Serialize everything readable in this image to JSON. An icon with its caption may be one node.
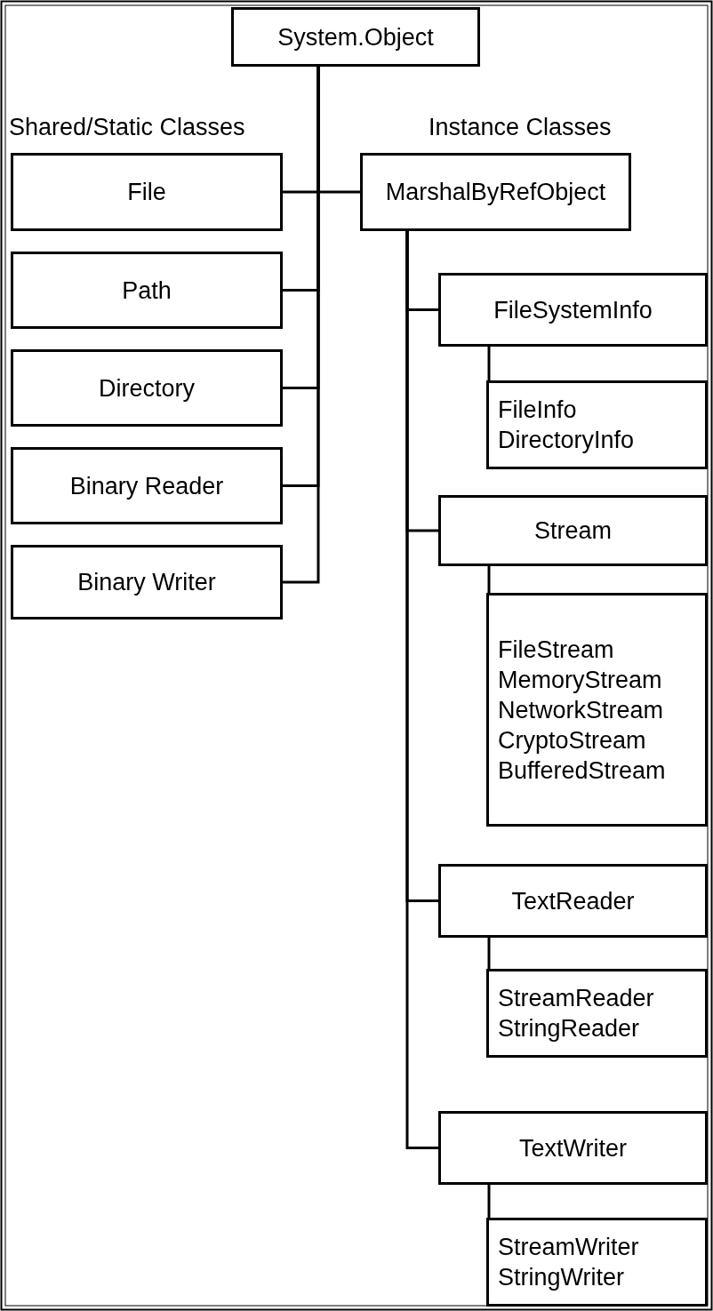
{
  "diagram": {
    "nodes": [
      {
        "text": [
          "System.Object"
        ]
      },
      {
        "text": [
          "File"
        ]
      },
      {
        "text": [
          "Path"
        ]
      },
      {
        "text": [
          "Directory"
        ]
      },
      {
        "text": [
          "Binary Reader"
        ]
      },
      {
        "text": [
          "Binary Writer"
        ]
      },
      {
        "text": [
          "MarshalByRefObject"
        ]
      },
      {
        "text": [
          "FileSystemInfo"
        ]
      },
      {
        "text": [
          "FileInfo",
          "DirectoryInfo"
        ]
      },
      {
        "text": [
          "Stream"
        ]
      },
      {
        "text": [
          "FileStream",
          "MemoryStream",
          "NetworkStream",
          "CryptoStream",
          "BufferedStream"
        ]
      },
      {
        "text": [
          "TextReader"
        ]
      },
      {
        "text": [
          "StreamReader",
          "StringReader"
        ]
      },
      {
        "text": [
          "TextWriter"
        ]
      },
      {
        "text": [
          "StreamWriter",
          "StringWriter"
        ]
      }
    ],
    "edges": [
      {
        "from": 0,
        "to": 1,
        "arrow": "none"
      },
      {
        "from": 0,
        "to": 2,
        "arrow": "none"
      },
      {
        "from": 0,
        "to": 3,
        "arrow": "none"
      },
      {
        "from": 0,
        "to": 4,
        "arrow": "none"
      },
      {
        "from": 0,
        "to": 5,
        "arrow": "none"
      },
      {
        "from": 0,
        "to": 6,
        "arrow": "none"
      },
      {
        "from": 6,
        "to": 7,
        "arrow": "none"
      },
      {
        "from": 7,
        "to": 8,
        "arrow": "none"
      },
      {
        "from": 6,
        "to": 9,
        "arrow": "none"
      },
      {
        "from": 9,
        "to": 10,
        "arrow": "none"
      },
      {
        "from": 6,
        "to": 11,
        "arrow": "none"
      },
      {
        "from": 11,
        "to": 12,
        "arrow": "none"
      },
      {
        "from": 6,
        "to": 13,
        "arrow": "none"
      },
      {
        "from": 13,
        "to": 14,
        "arrow": "none"
      }
    ],
    "labels": [
      "Shared/Static Classes",
      "Instance Classes"
    ]
  }
}
